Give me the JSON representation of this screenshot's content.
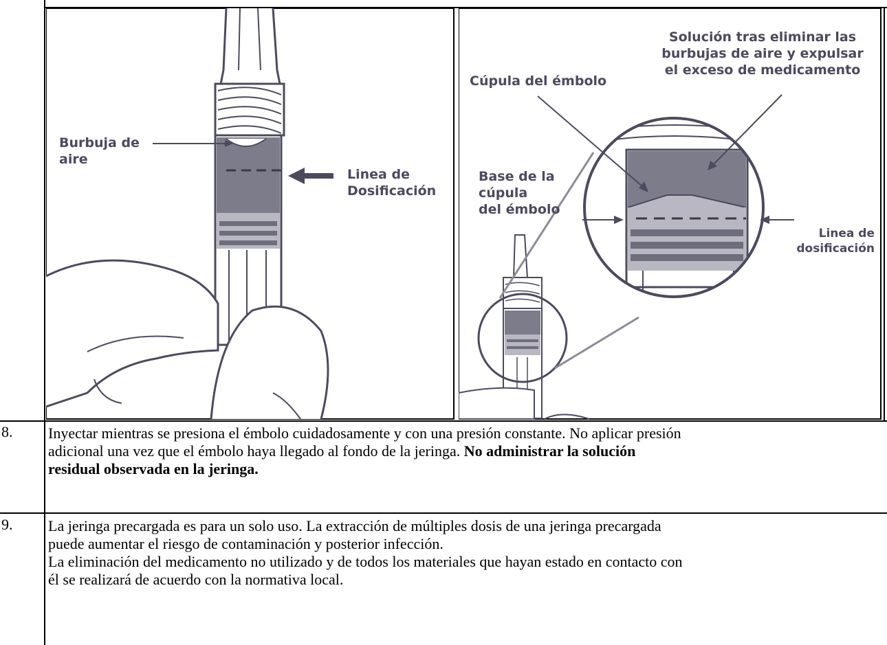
{
  "figure_left": {
    "labels": {
      "bubble": "Burbuja de\naire",
      "dose_line": "Linea de\nDosificación"
    }
  },
  "figure_right": {
    "labels": {
      "solution": "Solución tras eliminar las\nburbujas de aire y expulsar\nel exceso de medicamento",
      "dome": "Cúpula del émbolo",
      "dome_base": "Base de la\ncúpula\ndel émbolo",
      "dose_line": "Linea de\ndosificación"
    }
  },
  "steps": [
    {
      "number": "8.",
      "text_1": "Inyectar mientras se presiona el émbolo cuidadosamente y con una presión constante. No aplicar presión",
      "text_2": "adicional una vez que el émbolo haya llegado al fondo de la jeringa. ",
      "text_bold": "No administrar la solución",
      "text_bold_2": "residual observada en la jeringa."
    },
    {
      "number": "9.",
      "line_1": "La jeringa precargada es para un solo uso. La extracción de múltiples dosis de una jeringa precargada",
      "line_2": "puede aumentar el riesgo de contaminación y posterior infección.",
      "line_3": "La eliminación del medicamento no utilizado y de todos los materiales que hayan estado en contacto con",
      "line_4": "él se realizará de acuerdo con la normativa local."
    }
  ]
}
